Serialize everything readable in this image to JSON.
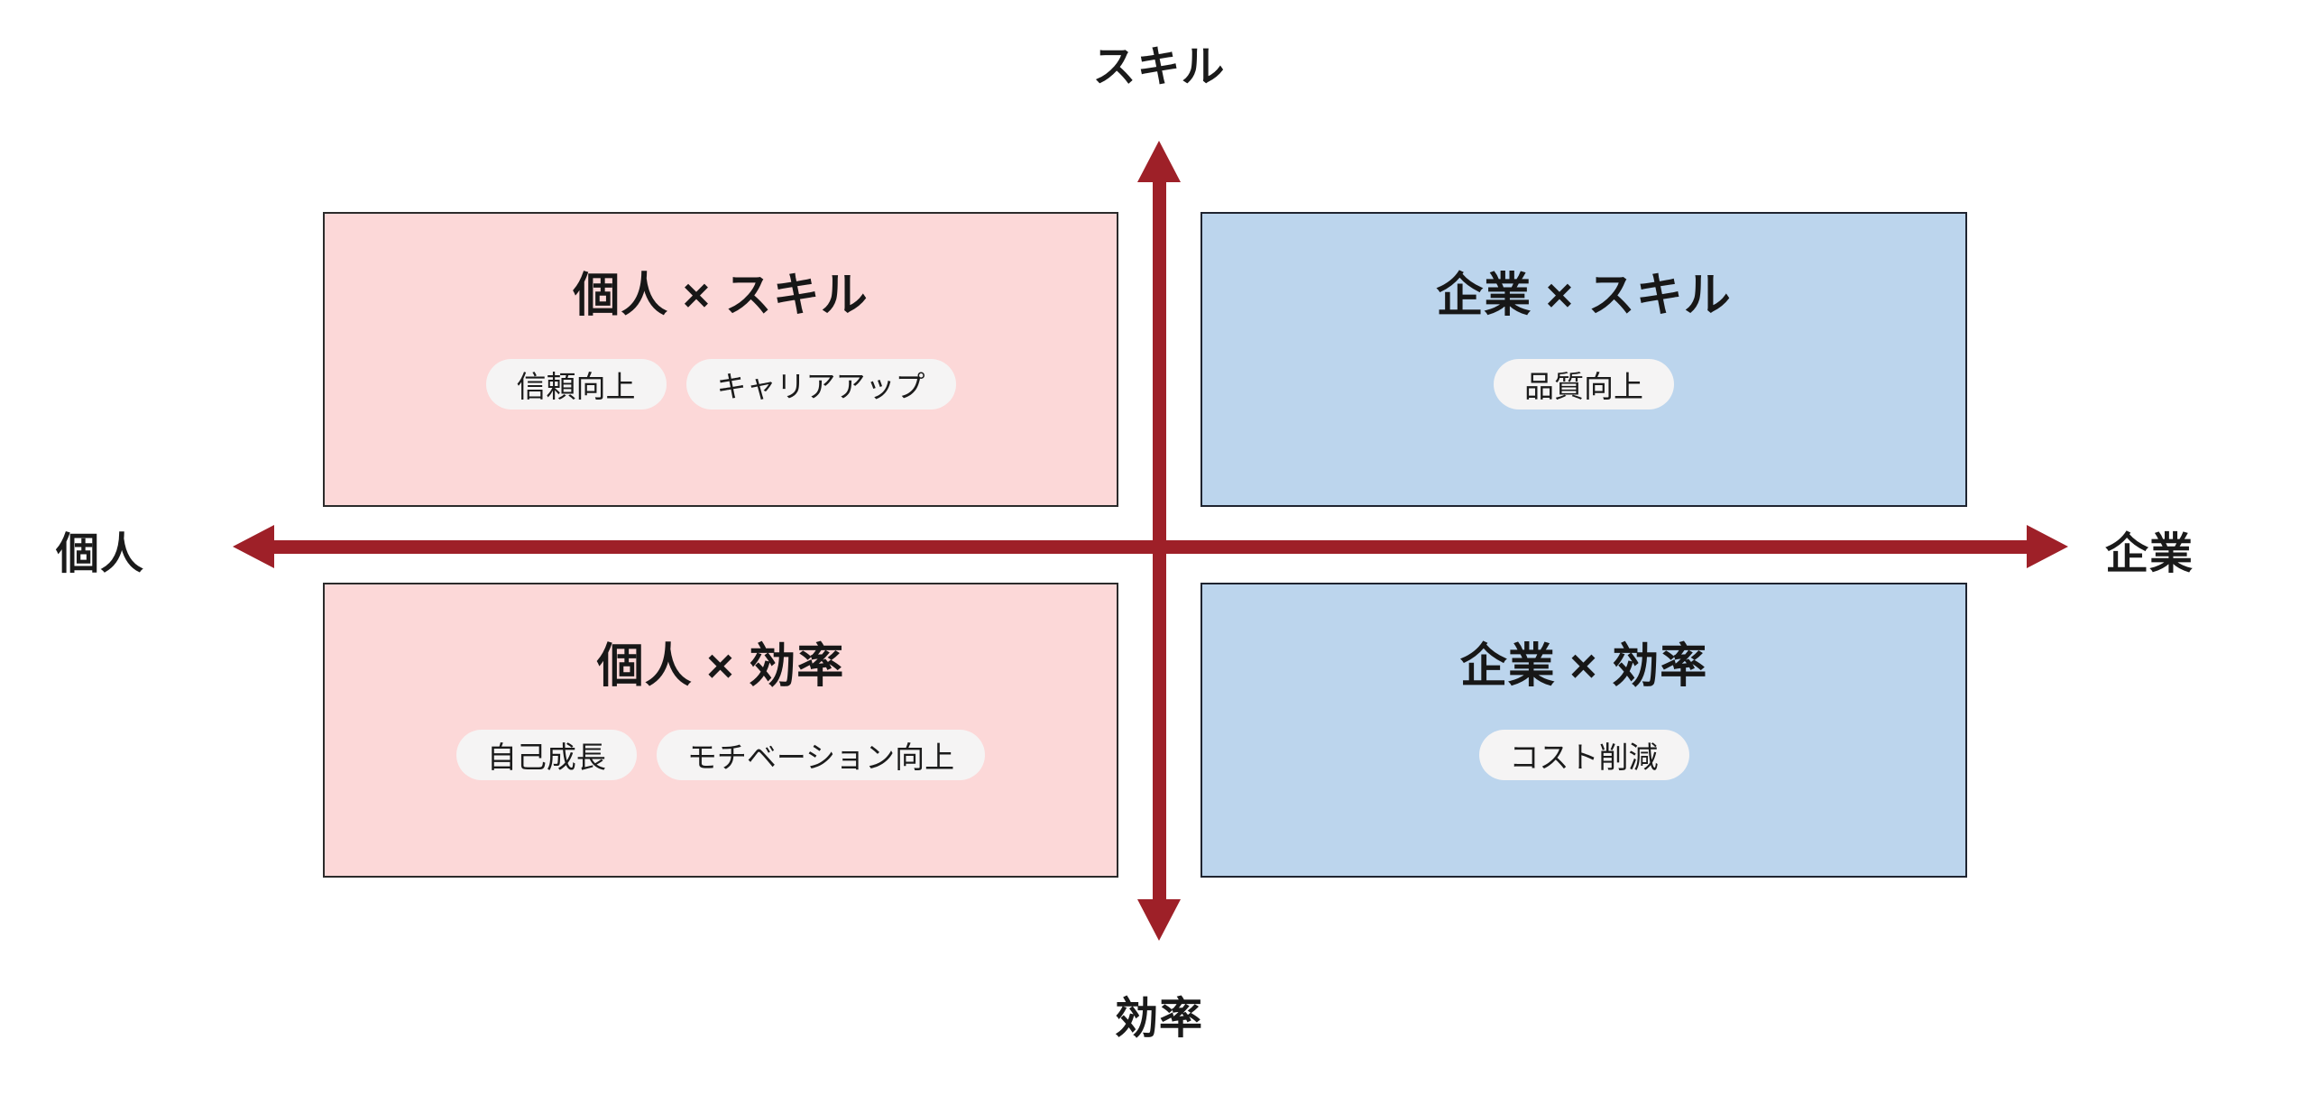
{
  "diagram": {
    "type": "2x2-matrix",
    "axes": {
      "vertical": {
        "top_label": "スキル",
        "bottom_label": "効率",
        "color": "#9e2028"
      },
      "horizontal": {
        "left_label": "個人",
        "right_label": "企業",
        "color": "#9e2028"
      }
    },
    "quadrants": [
      {
        "id": "top-left",
        "title": "個人 × スキル",
        "fill": "#fcd8d8",
        "tags": [
          "信頼向上",
          "キャリアアップ"
        ]
      },
      {
        "id": "top-right",
        "title": "企業 × スキル",
        "fill": "#bcd5ed",
        "tags": [
          "品質向上"
        ]
      },
      {
        "id": "bottom-left",
        "title": "個人 × 効率",
        "fill": "#fcd8d8",
        "tags": [
          "自己成長",
          "モチベーション向上"
        ]
      },
      {
        "id": "bottom-right",
        "title": "企業 × 効率",
        "fill": "#bcd5ed",
        "tags": [
          "コスト削減"
        ]
      }
    ],
    "colors": {
      "axis": "#9e2028",
      "pink_fill": "#fcd8d8",
      "blue_fill": "#bcd5ed",
      "tag_fill": "#f5f4f4",
      "text": "#171717",
      "box_border": "#1c1c1c"
    }
  }
}
